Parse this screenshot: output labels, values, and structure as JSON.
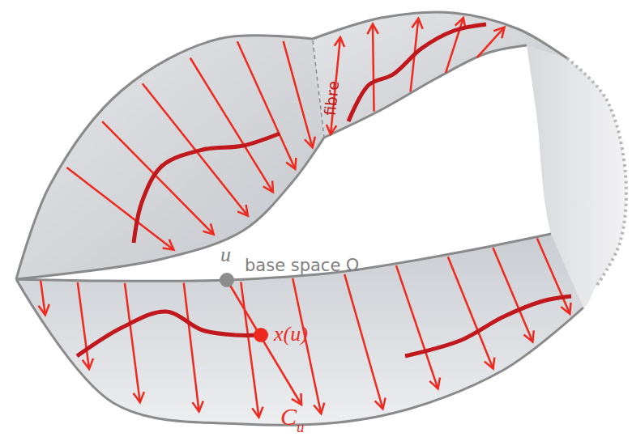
{
  "diagram": {
    "labels": [
      "fibre",
      "u",
      "base space Ω",
      "x(u)",
      "C",
      "u"
    ]
  }
}
